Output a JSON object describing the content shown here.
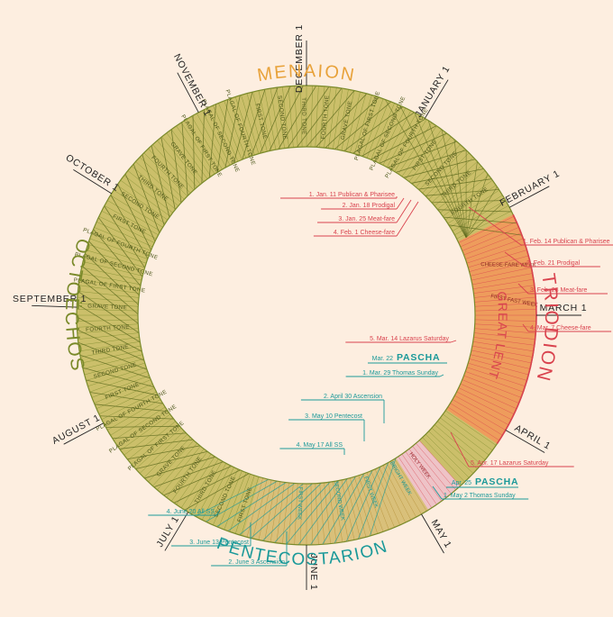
{
  "colors": {
    "background": "#fdeee0",
    "olive": "#7a8a2a",
    "olive_fill": "#cbbf6a",
    "orange": "#e8a23a",
    "orange_fill": "#ee9c5c",
    "red": "#d9434e",
    "teal": "#1a9999",
    "pink_fill": "#eec3c7",
    "ink": "#222222"
  },
  "books": {
    "menaion": "MENAION",
    "octoechos": "OCTOËCHOS",
    "triodion": "TRIODION",
    "pentecostarion": "PENTECOSTARION",
    "great_lent": "GREAT LENT"
  },
  "months": [
    {
      "label": "DECEMBER 1",
      "angle": 0
    },
    {
      "label": "JANUARY 1",
      "angle": 31
    },
    {
      "label": "FEBRUARY 1",
      "angle": 62
    },
    {
      "label": "MARCH 1",
      "angle": 90
    },
    {
      "label": "APRIL 1",
      "angle": 120
    },
    {
      "label": "MAY 1",
      "angle": 150
    },
    {
      "label": "JUNE 1",
      "angle": 180
    },
    {
      "label": "JULY 1",
      "angle": 211
    },
    {
      "label": "AUGUST 1",
      "angle": 242
    },
    {
      "label": "SEPTEMBER 1",
      "angle": 272
    },
    {
      "label": "OCTOBER 1",
      "angle": 302
    },
    {
      "label": "NOVEMBER 1",
      "angle": 332
    }
  ],
  "tone_cycle": [
    "FIRST TONE",
    "SECOND TONE",
    "THIRD TONE",
    "FOURTH TONE",
    "GRAVE TONE",
    "PLAGAL OF FIRST TONE",
    "PLAGAL OF SECOND TONE",
    "PLAGAL OF FOURTH TONE"
  ],
  "inner_week_labels": [
    "BRIGHT WEEK",
    "FIRST WEEK",
    "SECOND WEEK",
    "FIRST WEEK"
  ],
  "lent_week_labels": [
    "CHEESE-FARE WEEK",
    "FIRST FAST WEEK"
  ],
  "holy_week_label": "HOLY WEEK",
  "triodion_callouts_early": [
    {
      "label": "1. Jan. 11 Publican & Pharisee"
    },
    {
      "label": "2. Jan. 18 Prodigal"
    },
    {
      "label": "3. Jan. 25 Meat-fare"
    },
    {
      "label": "4. Feb. 1 Cheese-fare"
    },
    {
      "label": "5. Mar. 14 Lazarus Saturday"
    }
  ],
  "triodion_callouts_late": [
    {
      "label": "1. Feb. 14 Publican & Pharisee"
    },
    {
      "label": "2. Feb. 21 Prodigal"
    },
    {
      "label": "3. Feb. 28 Meat-fare"
    },
    {
      "label": "4. Mar. 7 Cheese-fare"
    },
    {
      "label": "5. Apr. 17 Lazarus Saturday"
    }
  ],
  "pascha_early": {
    "date": "Mar. 22",
    "name": "PASCHA"
  },
  "pascha_late": {
    "date": "Apr. 25",
    "name": "PASCHA"
  },
  "pentecostarion_callouts_early": [
    {
      "label": "1. Mar. 29 Thomas Sunday"
    },
    {
      "label": "2. April 30 Ascension"
    },
    {
      "label": "3. May 10 Pentecost"
    },
    {
      "label": "4. May 17 All SS"
    }
  ],
  "pentecostarion_callouts_late": [
    {
      "label": "1. May 2 Thomas Sunday"
    },
    {
      "label": "2. June 3 Ascension"
    },
    {
      "label": "3. June 13 Pentecost"
    },
    {
      "label": "4. June 20 All SS"
    }
  ]
}
